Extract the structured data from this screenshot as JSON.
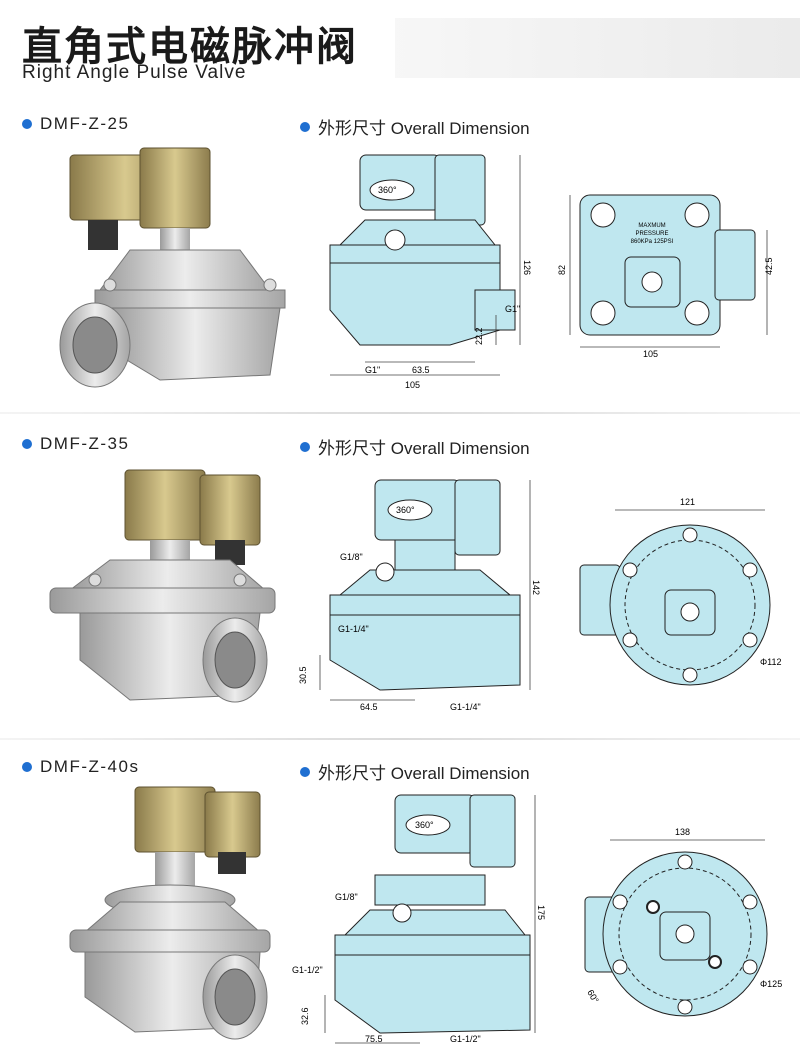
{
  "header": {
    "title_cn": "直角式电磁脉冲阀",
    "title_en": "Right Angle Pulse Valve"
  },
  "dimension_heading": "外形尺寸 Overall Dimension",
  "sections": [
    {
      "model": "DMF-Z-25",
      "side": {
        "rotation": "360°",
        "height": "126",
        "port_top": "G1\"",
        "port_bottom": "G1\"",
        "dim_a": "22.2",
        "dim_b": "63.5",
        "width": "105"
      },
      "top": {
        "label1": "MAXMUM",
        "label2": "PRESSURE",
        "label3": "860KPa 125PSI",
        "height": "82",
        "half": "42.5",
        "width": "105"
      }
    },
    {
      "model": "DMF-Z-35",
      "side": {
        "rotation": "360°",
        "height": "142",
        "pilot": "G1/8\"",
        "port_top": "G1-1/4\"",
        "port_bottom": "G1-1/4\"",
        "dim_a": "30.5",
        "dim_b": "64.5"
      },
      "top": {
        "width": "121",
        "diameter": "Φ112"
      }
    },
    {
      "model": "DMF-Z-40s",
      "side": {
        "rotation": "360°",
        "height": "175",
        "pilot": "G1/8\"",
        "port_top": "G1-1/2\"",
        "port_bottom": "G1-1/2\"",
        "dim_a": "32.6",
        "dim_b": "75.5"
      },
      "top": {
        "width": "138",
        "diameter": "Φ125",
        "angle": "60°"
      }
    }
  ]
}
